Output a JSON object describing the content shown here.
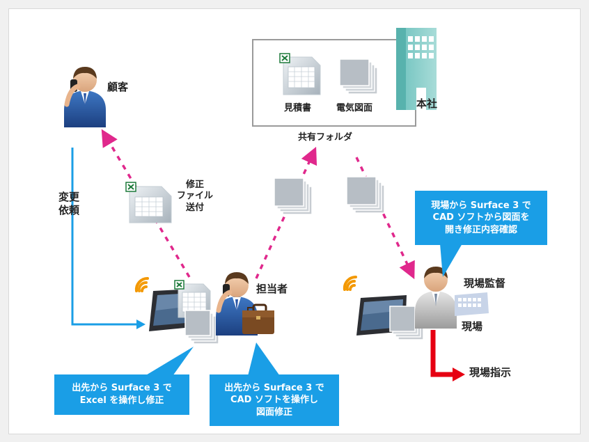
{
  "nodes": {
    "customer_label": "顧客",
    "person_in_charge_label": "担当者",
    "site_supervisor_label": "現場監督",
    "head_office_label": "本社",
    "site_label": "現場",
    "shared_folder_label": "共有フォルダ",
    "estimate_label": "見積書",
    "electrical_drawing_label": "電気図面"
  },
  "edges": {
    "change_request_line1": "変更",
    "change_request_line2": "依頼",
    "corrected_file_line1": "修正",
    "corrected_file_line2": "ファイル",
    "corrected_file_line3": "送付",
    "site_instruction_label": "現場指示"
  },
  "callouts": {
    "excel": [
      "出先から Surface 3 で",
      "Excel を操作し修正"
    ],
    "cad": [
      "出先から Surface 3 で",
      "CAD ソフトを操作し",
      "図面修正"
    ],
    "site": [
      "現場から Surface 3 で",
      "CAD ソフトから図面を",
      "開き修正内容確認"
    ]
  },
  "colors": {
    "accent_blue": "#1a9ee6",
    "dashed_magenta": "#e0288c",
    "instruction_red": "#e60012",
    "wifi_orange": "#f39800"
  }
}
